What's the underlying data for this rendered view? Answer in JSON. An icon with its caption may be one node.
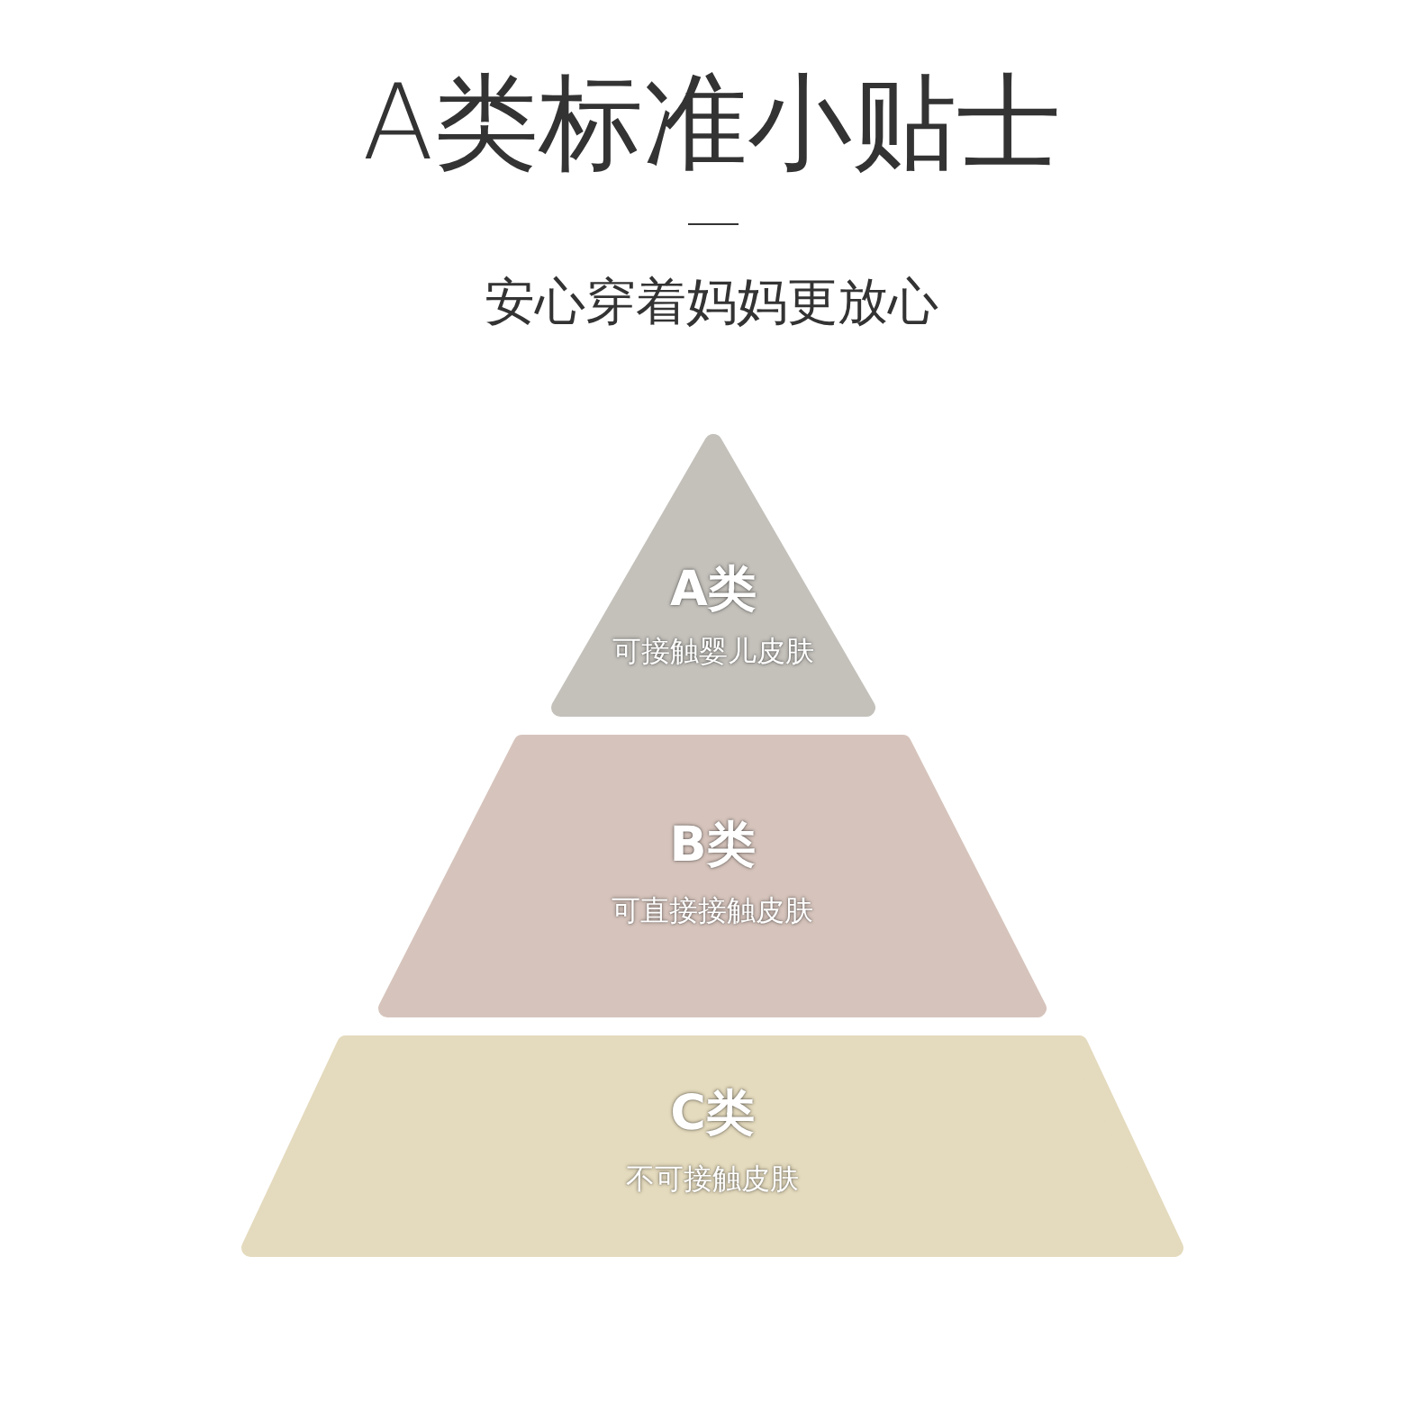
{
  "diagram": {
    "title": "A类标准小贴士",
    "nodes": [
      {
        "text": [
          "A类",
          "可接触婴儿皮肤"
        ]
      },
      {
        "text": [
          "B类",
          "可直接接触皮肤"
        ]
      },
      {
        "text": [
          "C类",
          "不可接触皮肤"
        ]
      }
    ],
    "labels": [
      "安心穿着妈妈更放心"
    ]
  }
}
